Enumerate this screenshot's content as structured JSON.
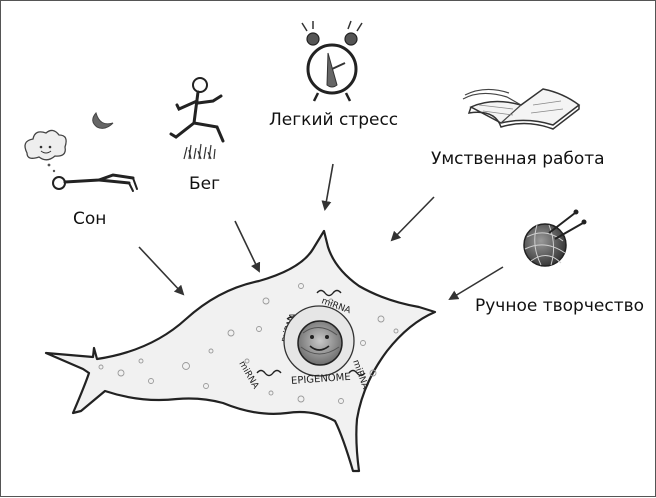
{
  "labels": {
    "sleep": "Сон",
    "running": "Бег",
    "stress": "Легкий стресс",
    "mental": "Умственная работа",
    "handcraft": "Ручное творчество"
  },
  "cell": {
    "mirna": "miRNA",
    "epigenome": "EPIGENOME"
  },
  "icons": [
    "cloud-icon",
    "moon-icon",
    "sleeping-person-icon",
    "running-person-icon",
    "alarm-clock-icon",
    "open-book-icon",
    "yarn-ball-icon"
  ]
}
